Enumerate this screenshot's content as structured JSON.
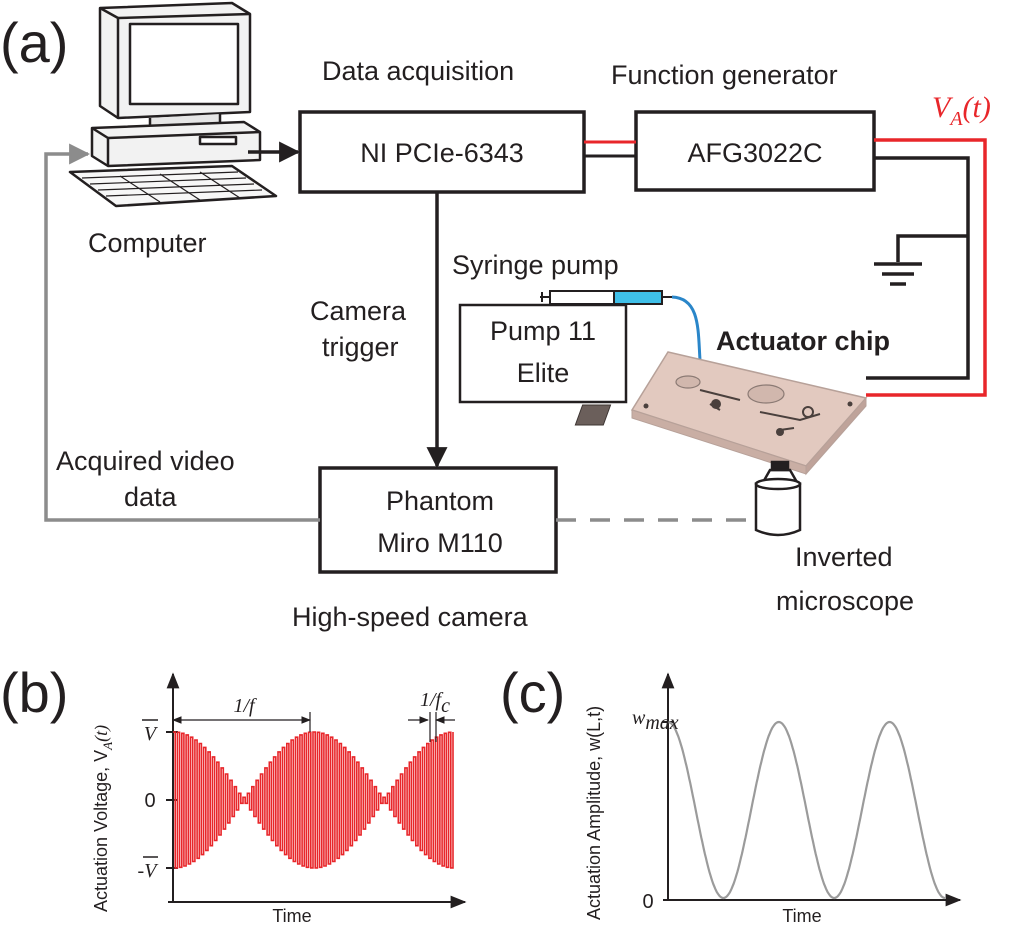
{
  "panel_a": {
    "letter": "(a)",
    "computer_label": "Computer",
    "daq_label": "Data acquisition",
    "daq_box": "NI PCIe-6343",
    "fg_label": "Function generator",
    "fg_box": "AFG3022C",
    "signal_symbol": "V",
    "signal_subscript": "A",
    "signal_arg": "(t)",
    "syringe_label": "Syringe pump",
    "pump_box_line1": "Pump 11",
    "pump_box_line2": "Elite",
    "chip_label": "Actuator chip",
    "trigger_line1": "Camera",
    "trigger_line2": "trigger",
    "video_line1": "Acquired video",
    "video_line2": "data",
    "camera_box_line1": "Phantom",
    "camera_box_line2": "Miro M110",
    "camera_label": "High-speed camera",
    "microscope_line1": "Inverted",
    "microscope_line2": "microscope"
  },
  "panel_b": {
    "letter": "(b)",
    "ylabel": "Actuation Voltage, V",
    "ylabel_sub": "A",
    "ylabel_arg": "(t)",
    "xlabel": "Time",
    "tick_top": "V",
    "tick_zero": "0",
    "tick_bottom": "-V",
    "period_label": "1/f",
    "carrier_label": "1/f",
    "carrier_sub": "c"
  },
  "panel_c": {
    "letter": "(c)",
    "ylabel": "Actuation Amplitude, w(L,t)",
    "xlabel": "Time",
    "tick_max": "w",
    "tick_max_sub": "max",
    "tick_zero": "0"
  },
  "colors": {
    "signal_red": "#e8262a",
    "line_dark": "#231f20",
    "feedback_gray": "#8c8c8c",
    "chip_tint": "#e2c9bf",
    "tube_blue": "#2a86c9",
    "syringe_cyan": "#3fbfe8"
  },
  "chart_data": [
    {
      "type": "line",
      "panel": "(b)",
      "description_series": "amplitude-modulated carrier (red) with sinusoidal envelope",
      "envelope": "V·|cos(πft)|",
      "xlabel": "Time",
      "ylabel": "Actuation Voltage, V_A(t)",
      "y_ticks": [
        "-V",
        "0",
        "V"
      ],
      "envelope_periods_shown": 2,
      "carrier_cycles": 64
    },
    {
      "type": "line",
      "panel": "(c)",
      "xlabel": "Time",
      "ylabel": "Actuation Amplitude, w(L,t)",
      "y_ticks": [
        "0",
        "w_max"
      ],
      "periods_shown": 2.5,
      "color": "#9b9b9b"
    }
  ]
}
